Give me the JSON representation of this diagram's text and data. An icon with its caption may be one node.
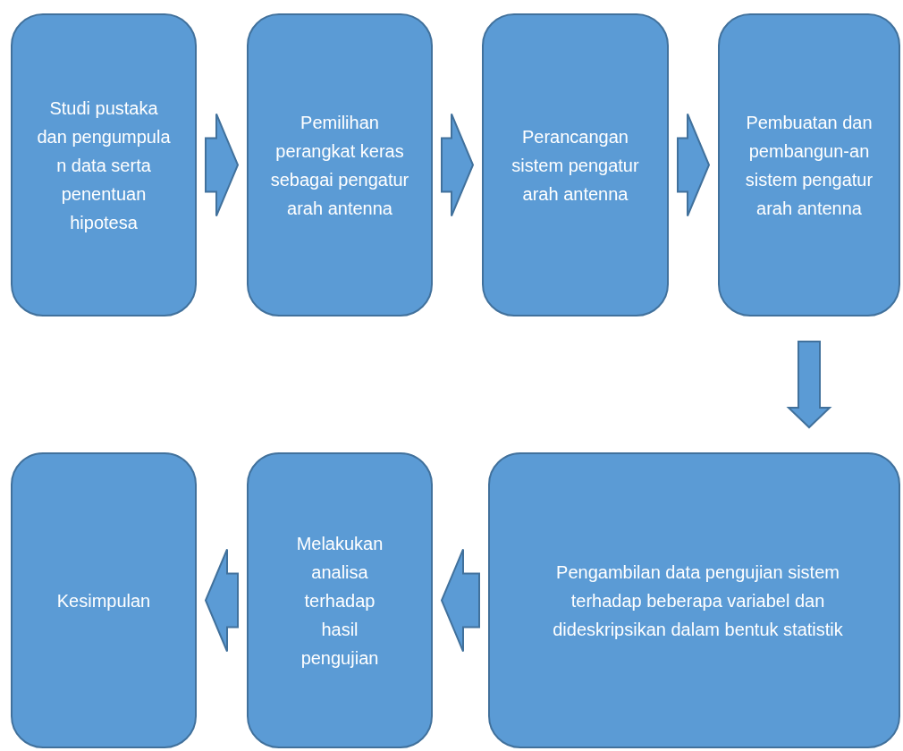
{
  "diagram": {
    "nodes": [
      {
        "text": [
          "Studi pustaka dan pengumpula n data serta penentuan hipotesa"
        ]
      },
      {
        "text": [
          "Pemilihan perangkat keras sebagai pengatur arah antenna"
        ]
      },
      {
        "text": [
          "Perancangan sistem pengatur arah antenna"
        ]
      },
      {
        "text": [
          "Pembuatan dan pembangun-an sistem pengatur arah antenna"
        ]
      },
      {
        "text": [
          "Pengambilan data pengujian sistem terhadap beberapa variabel dan dideskripsikan dalam bentuk statistik"
        ]
      },
      {
        "text": [
          "Melakukan analisa terhadap hasil pengujian"
        ]
      },
      {
        "text": [
          "Kesimpulan"
        ]
      }
    ],
    "edges": [
      {
        "from": 0,
        "to": 1,
        "arrow": "to"
      },
      {
        "from": 1,
        "to": 2,
        "arrow": "to"
      },
      {
        "from": 2,
        "to": 3,
        "arrow": "to"
      },
      {
        "from": 3,
        "to": 4,
        "arrow": "to"
      },
      {
        "from": 4,
        "to": 5,
        "arrow": "to"
      },
      {
        "from": 5,
        "to": 6,
        "arrow": "to"
      }
    ]
  }
}
